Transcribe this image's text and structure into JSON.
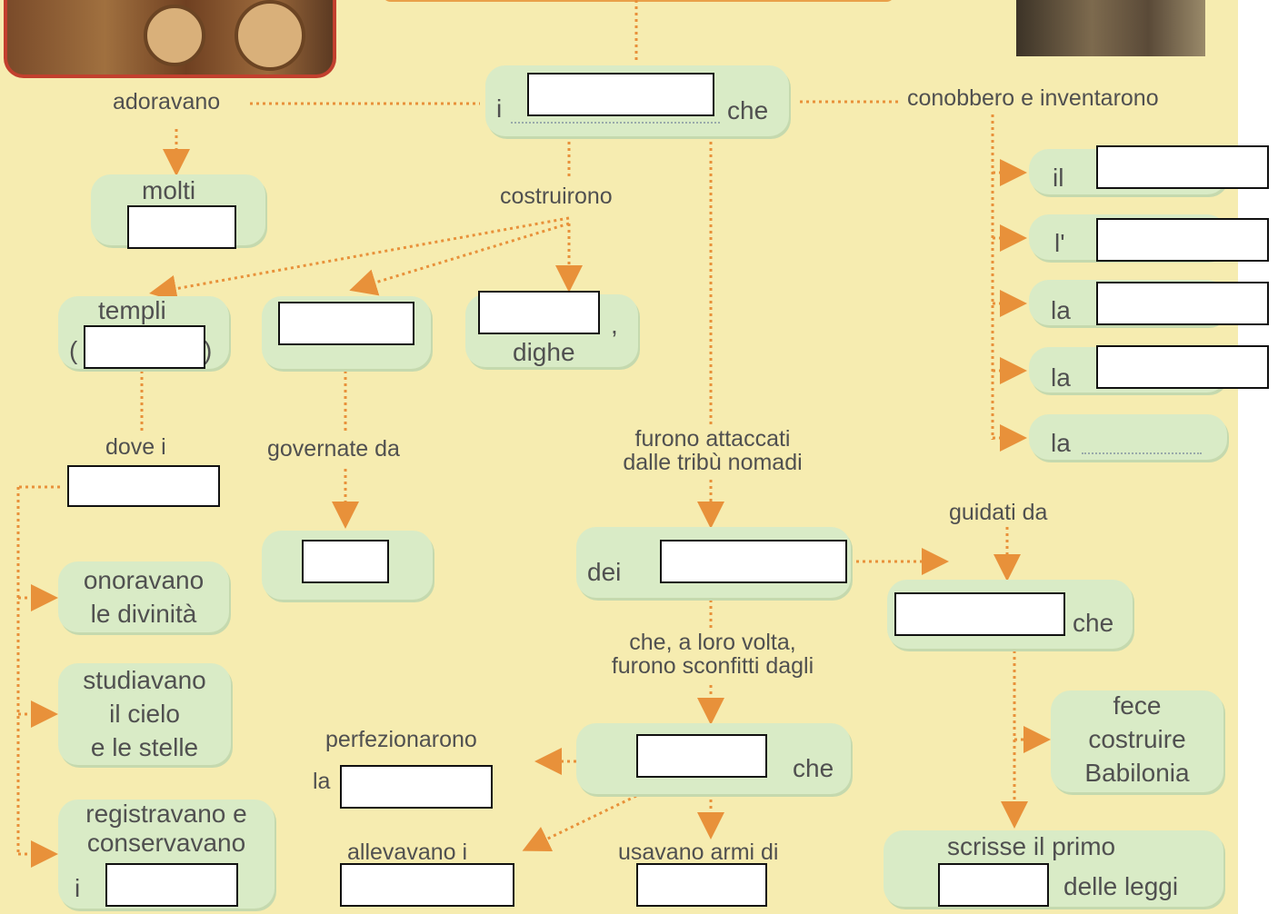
{
  "diagram": {
    "center": {
      "prefix": "i",
      "suffix": "che"
    },
    "left": {
      "adoravano": "adoravano",
      "molti": "molti",
      "costruirono": "costruirono",
      "templi": "templi",
      "paren_open": "(",
      "paren_close": ")",
      "comma": ",",
      "dighe": "dighe",
      "dove_i": "dove i",
      "governate_da": "governate da",
      "onoravano": "onoravano\nle divinità",
      "studiavano": "studiavano\nil cielo\ne le stelle",
      "registravano": "registravano e\nconservavano",
      "registravano_i": "i"
    },
    "middle": {
      "attaccati": "furono attaccati\ndalle tribù nomadi",
      "dei": "dei",
      "sconfitti": "che, a loro volta,\nfurono sconfitti dagli",
      "che": "che",
      "perfezionarono": "perfezionarono",
      "la": "la",
      "allevavano": "allevavano i",
      "usavano": "usavano armi di"
    },
    "right": {
      "conobbero": "conobbero e inventarono",
      "items": [
        "il",
        "l'",
        "la",
        "la",
        "la"
      ],
      "guidati": "guidati da",
      "che": "che",
      "fece": "fece\ncostruire\nBabilonia",
      "scrisse": "scrisse il primo",
      "delle_leggi": "delle leggi"
    }
  },
  "colors": {
    "background": "#f6ecb0",
    "node": "#d9ebc6",
    "connector": "#e8913a",
    "text": "#505050"
  }
}
